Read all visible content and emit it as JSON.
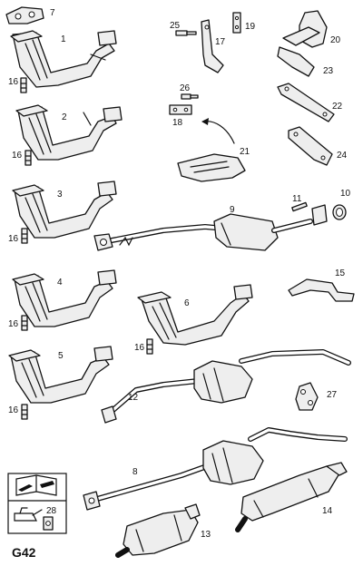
{
  "page_code": "G42",
  "callouts": {
    "c1": "1",
    "c2": "2",
    "c3": "3",
    "c4": "4",
    "c5": "5",
    "c6": "6",
    "c7": "7",
    "c8": "8",
    "c9": "9",
    "c10": "10",
    "c11": "11",
    "c12": "12",
    "c13": "13",
    "c14": "14",
    "c15": "15",
    "c16a": "16",
    "c16b": "16",
    "c16c": "16",
    "c16d": "16",
    "c16e": "16",
    "c16f": "16",
    "c17": "17",
    "c18": "18",
    "c19": "19",
    "c20": "20",
    "c21": "21",
    "c22": "22",
    "c23": "23",
    "c24": "24",
    "c25": "25",
    "c26": "26",
    "c27": "27",
    "c28": "28"
  },
  "icons": {
    "legend_top": "manual-wrench-icon",
    "legend_bottom": "oil-can-icon"
  },
  "colors": {
    "ink": "#111111",
    "paper": "#ffffff",
    "shade": "#cfcfcf"
  }
}
